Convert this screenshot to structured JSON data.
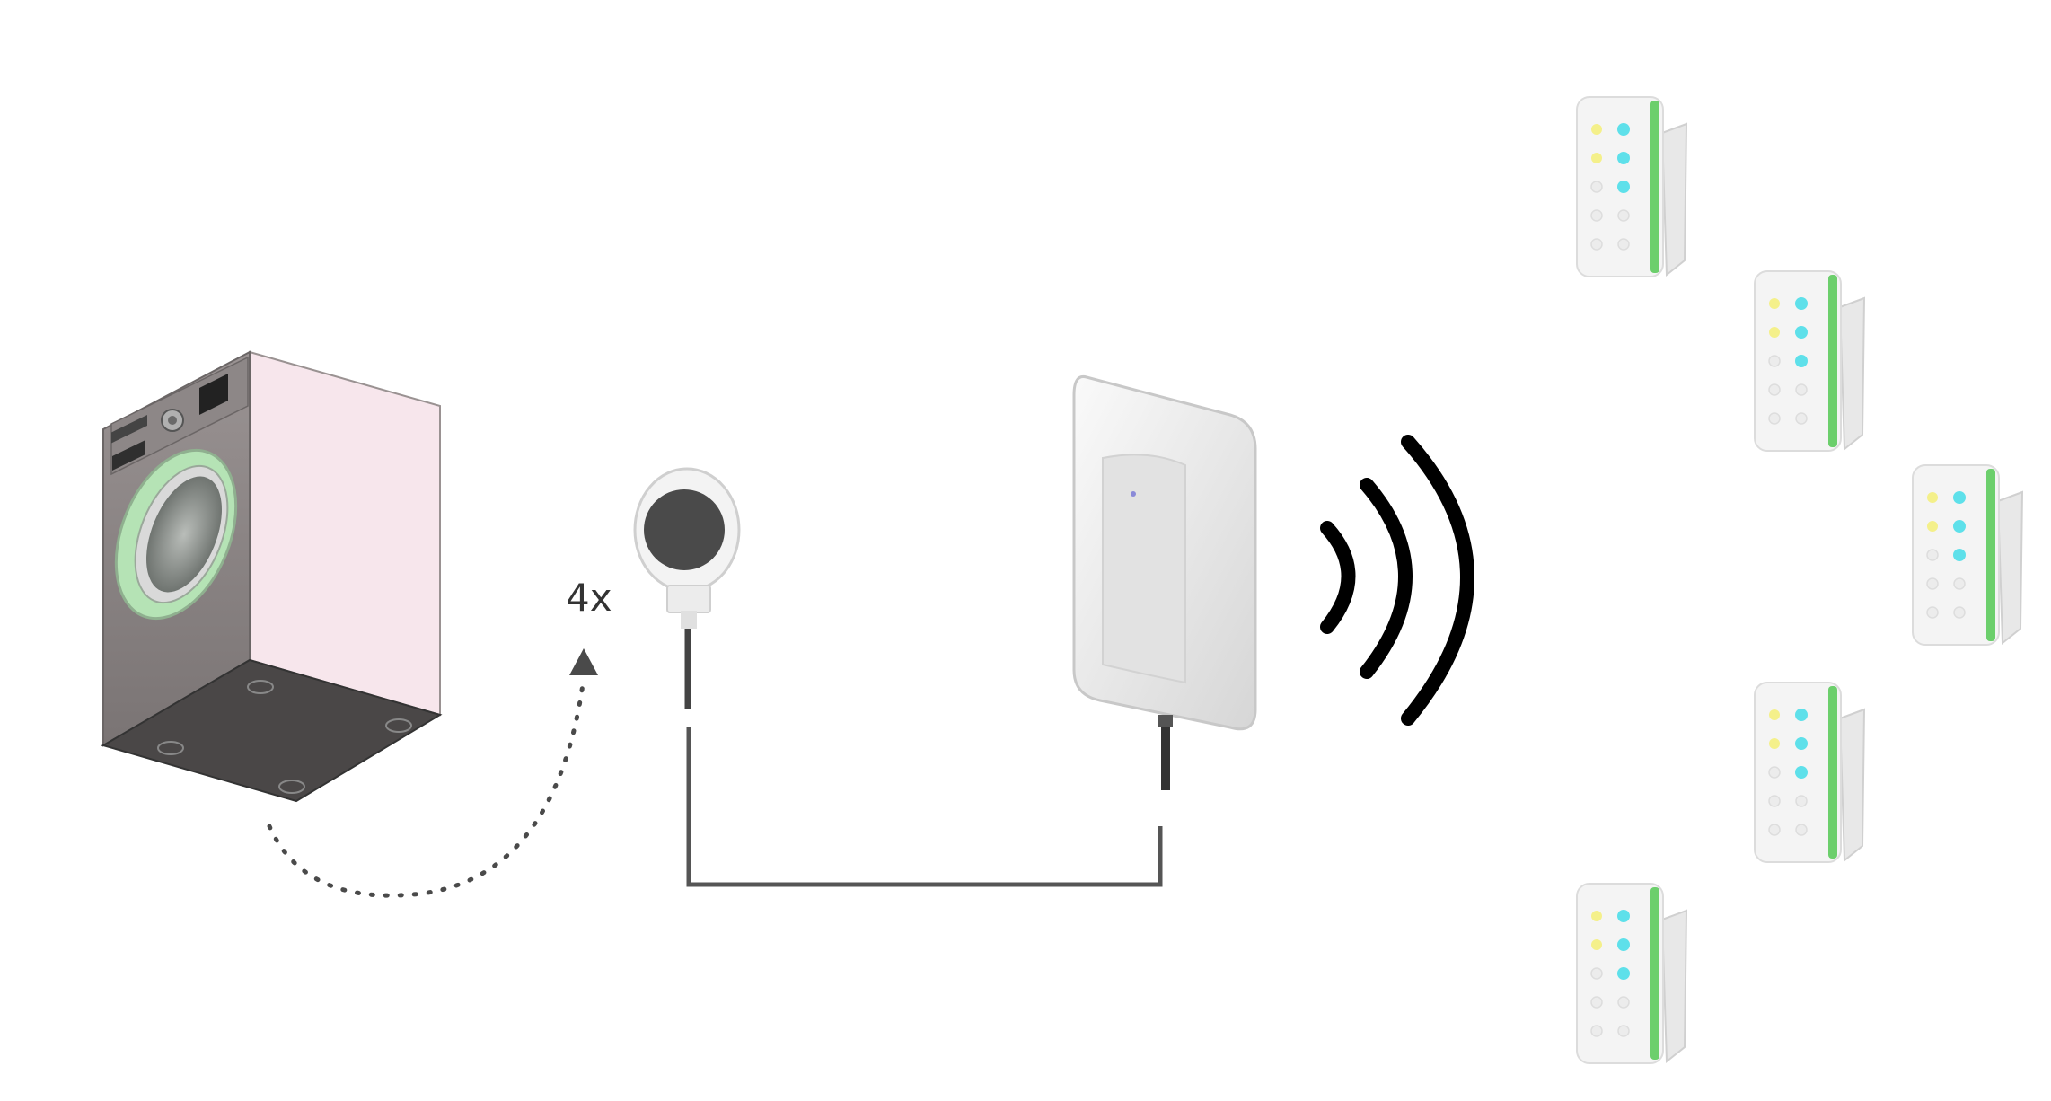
{
  "diagram": {
    "multiplier_label": "4x",
    "nodes": [
      {
        "id": "washing-machine",
        "icon": "washing-machine-icon"
      },
      {
        "id": "vibration-sensor",
        "icon": "vibration-sensor-icon"
      },
      {
        "id": "gateway",
        "icon": "wireless-gateway-icon"
      },
      {
        "id": "wireless-signal",
        "icon": "wifi-signal-icon"
      },
      {
        "id": "pager-1",
        "icon": "pager-receiver-icon"
      },
      {
        "id": "pager-2",
        "icon": "pager-receiver-icon"
      },
      {
        "id": "pager-3",
        "icon": "pager-receiver-icon"
      },
      {
        "id": "pager-4",
        "icon": "pager-receiver-icon"
      },
      {
        "id": "pager-5",
        "icon": "pager-receiver-icon"
      }
    ],
    "colors": {
      "machine_side": "#f7e6ec",
      "machine_front": "#8c8585",
      "machine_base": "#4a4747",
      "door_ring": "#b5e3b5",
      "sensor_face": "#4a4a4a",
      "cable": "#555555",
      "signal": "#000000",
      "led_yellow": "#f4f08a",
      "led_cyan": "#5ee0ea",
      "edge_green": "#6ccf6c",
      "device_white": "#f2f2f2"
    }
  }
}
